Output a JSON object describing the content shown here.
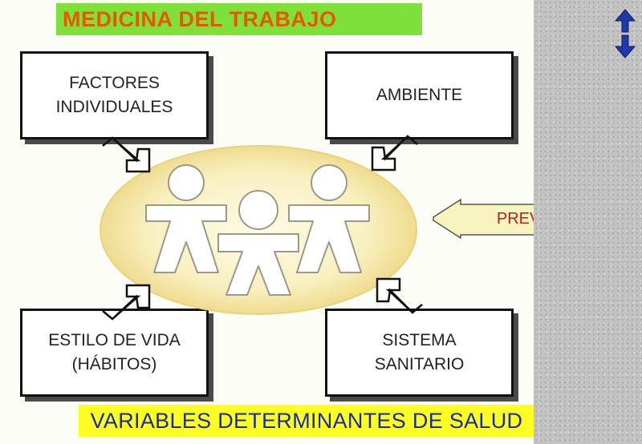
{
  "title": "MEDICINA DEL TRABAJO",
  "boxes": {
    "top_left": "FACTORES\nINDIVIDUALES",
    "top_right": "AMBIENTE",
    "bottom_left": "ESTILO DE VIDA\n(HÁBITOS)",
    "bottom_right": "SISTEMA\nSANITARIO"
  },
  "prevention_label": "PREVENCION",
  "footer": "VARIABLES DETERMINANTES DE SALUD",
  "icons": {
    "nav": "up-down-arrows-icon",
    "people": "people-group-icon"
  },
  "colors": {
    "title_bg": "#7ee03a",
    "title_text": "#e55a00",
    "footer_bg": "#ffff22",
    "footer_text": "#1a2aa8",
    "ellipse_fill": "#f6eeb4",
    "arrow_fill": "#f8f4c0",
    "prevention_text": "#b82020"
  }
}
